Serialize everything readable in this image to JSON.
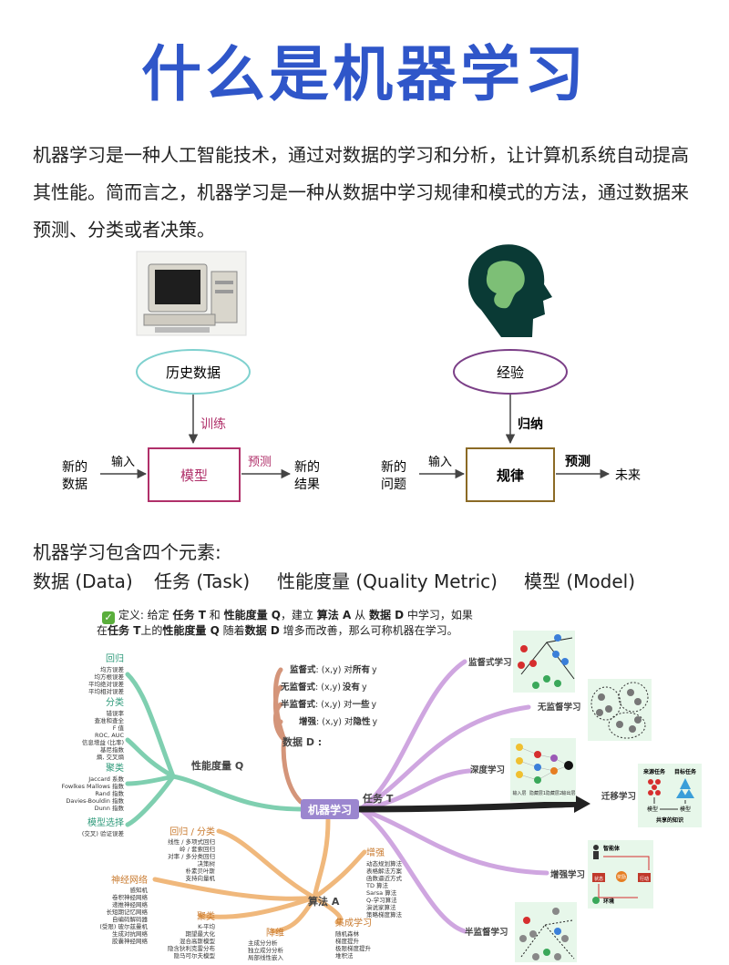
{
  "title": "什么是机器学习",
  "intro": "机器学习是一种人工智能技术，通过对数据的学习和分析，让计算机系统自动提高其性能。简而言之，机器学习是一种从数据中学习规律和模式的方法，通过数据来预测、分类或者决策。",
  "figure": {
    "left": {
      "cloud": "历史数据",
      "train": "训练",
      "input": "输入",
      "box": "模型",
      "predict": "预测",
      "new_a": "新的",
      "new_b": "数据",
      "res_a": "新的",
      "res_b": "结果"
    },
    "right": {
      "cloud": "经验",
      "induce": "归纳",
      "input": "输入",
      "box": "规律",
      "predict": "预测",
      "new_a": "新的",
      "new_b": "问题",
      "future": "未来"
    }
  },
  "elements": {
    "heading": "机器学习包含四个元素:",
    "items": [
      "数据 (Data)",
      "任务 (Task)",
      "性能度量 (Quality Metric)",
      "模型 (Model)"
    ]
  },
  "definition": {
    "l1": [
      "定义: 给定",
      "任务 T",
      "和",
      "性能度量 Q",
      "，建立",
      "算法 A",
      "从",
      "数据 D",
      "中学习，如果"
    ],
    "l2": [
      "在",
      "任务 T",
      "上的",
      "性能度量 Q",
      "随着",
      "数据 D",
      "增多而改善，那么可称机器在学习。"
    ]
  },
  "mindmap": {
    "center": "机器学习",
    "perf": "性能度量 Q",
    "task": "任务 T",
    "data": "数据 D :",
    "algo": "算法 A",
    "data_items": [
      {
        "k": "监督式",
        "v": ": (x,y) 对",
        "h": "所有",
        "t": "y"
      },
      {
        "k": "无监督式",
        "v": ": (x,y)",
        "h": "没有",
        "t": "y"
      },
      {
        "k": "半监督式",
        "v": ": (x,y) 对",
        "h": "一些",
        "t": "y"
      },
      {
        "k": "增强",
        "v": ": (x,y) 对",
        "h": "隐性",
        "t": "y"
      }
    ],
    "perf_groups": [
      {
        "head": "回归",
        "items": [
          "均方误差",
          "均方根误差",
          "平均绝对误差",
          "平均相对误差"
        ]
      },
      {
        "head": "分类",
        "items": [
          "错误率",
          "查准和查全",
          "F 值",
          "ROC, AUC",
          "信息增益 (比率)",
          "基尼指数",
          "熵, 交叉熵"
        ]
      },
      {
        "head": "聚类",
        "items": [
          "Jaccard 系数",
          "Fowlkes Mallows 指数",
          "Rand 指数",
          "Davies-Bouldin 指数",
          "Dunn 指数"
        ]
      },
      {
        "head": "模型选择",
        "items": [
          "(交叉) 验证误差"
        ]
      }
    ],
    "tasks": [
      "监督式学习",
      "无监督学习",
      "深度学习",
      "迁移学习",
      "增强学习",
      "半监督学习"
    ],
    "algo_groups": [
      {
        "head": "回归 / 分类",
        "items": [
          "线性 / 多项式回归",
          "岭 / 套索回归",
          "对率 / 多分类回归",
          "决策树",
          "朴素贝叶斯",
          "支持向量机"
        ]
      },
      {
        "head": "神经网络",
        "items": [
          "感知机",
          "卷积神经网络",
          "递推神经网络",
          "长短期记忆网络",
          "自编码解码器",
          "(受限) 玻尔兹曼机",
          "生成对抗网络",
          "胶囊神经网络"
        ]
      },
      {
        "head": "聚类",
        "items": [
          "K-平均",
          "期望最大化",
          "混合高斯模型",
          "隐含狄利克雷分布",
          "隐马可尔夫模型"
        ]
      },
      {
        "head": "降维",
        "items": [
          "主成分分析",
          "独立成分分析",
          "局部线性嵌入"
        ]
      },
      {
        "head": "集成学习",
        "items": [
          "随机森林",
          "梯度提升",
          "极限梯度提升",
          "堆积法"
        ]
      },
      {
        "head": "增强",
        "items": [
          "动态规划算法",
          "表格解法方案",
          "函数逼近方式",
          "TD 算法",
          "Sarsa 算法",
          "Q-学习算法",
          "演说家算法",
          "策略梯度算法"
        ]
      }
    ],
    "transfer": {
      "src": "来源任务",
      "tgt": "目标任务",
      "m1": "模型",
      "m2": "模型",
      "shared": "共享的知识"
    },
    "rl": {
      "agent": "智能体",
      "env": "环境",
      "s": "状态",
      "r": "奖励",
      "a": "行动"
    },
    "deep": [
      "输入层",
      "隐藏层1",
      "隐藏层2",
      "输出层"
    ]
  }
}
